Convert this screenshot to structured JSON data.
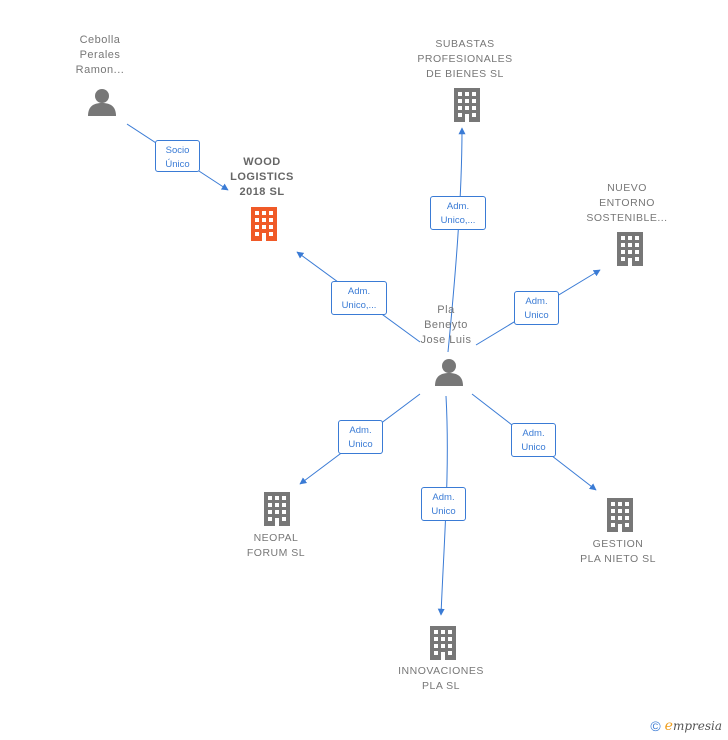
{
  "colors": {
    "edge": "#3a7bd5",
    "icon_default": "#777777",
    "icon_main": "#f05a28"
  },
  "nodes": {
    "cebolla": {
      "label": "Cebolla\nPerales\nRamon...",
      "type": "person-icon"
    },
    "wood": {
      "label": "WOOD\nLOGISTICS\n2018  SL",
      "type": "building-icon"
    },
    "subastas": {
      "label": "SUBASTAS\nPROFESIONALES\nDE BIENES  SL",
      "type": "building-icon"
    },
    "nuevo": {
      "label": "NUEVO\nENTORNO\nSOSTENIBLE...",
      "type": "building-icon"
    },
    "pla": {
      "label": "Pla\nBeneyto\nJose Luis",
      "type": "person-icon"
    },
    "neopal": {
      "label": "NEOPAL\nFORUM  SL",
      "type": "building-icon"
    },
    "innovaciones": {
      "label": "INNOVACIONES\nPLA  SL",
      "type": "building-icon"
    },
    "gestion": {
      "label": "GESTION\nPLA NIETO SL",
      "type": "building-icon"
    }
  },
  "edges": {
    "cebolla_wood": {
      "line1": "Socio",
      "line2": "Único"
    },
    "pla_wood": {
      "line1": "Adm.",
      "line2": "Unico,..."
    },
    "pla_subastas": {
      "line1": "Adm.",
      "line2": "Unico,..."
    },
    "pla_nuevo": {
      "line1": "Adm.",
      "line2": "Unico"
    },
    "pla_neopal": {
      "line1": "Adm.",
      "line2": "Unico"
    },
    "pla_innovaciones": {
      "line1": "Adm.",
      "line2": "Unico"
    },
    "pla_gestion": {
      "line1": "Adm.",
      "line2": "Unico"
    }
  },
  "footer": {
    "copyright": "©",
    "brand_initial": "e",
    "brand_rest": "mpresia"
  }
}
